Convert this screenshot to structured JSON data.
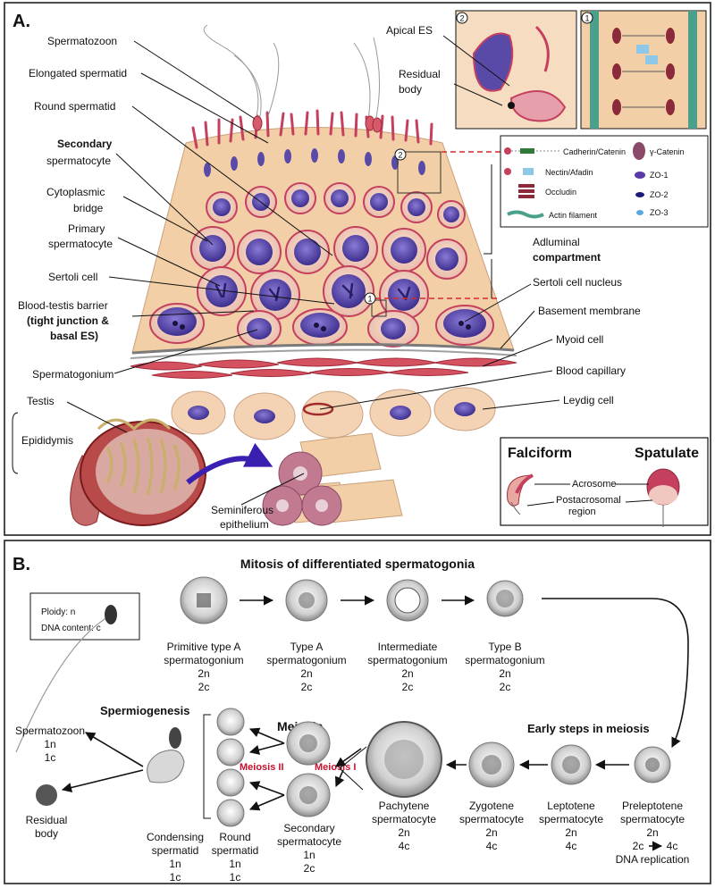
{
  "panel_a": {
    "letter": "A.",
    "labels_left": {
      "spermatozoon": "Spermatozoon",
      "elongated_spermatid": "Elongated spermatid",
      "round_spermatid": "Round spermatid",
      "secondary_spermatocyte_l1": "Secondary",
      "secondary_spermatocyte_l2": "spermatocyte",
      "cytoplasmic_bridge_l1": "Cytoplasmic",
      "cytoplasmic_bridge_l2": "bridge",
      "primary_spermatocyte_l1": "Primary",
      "primary_spermatocyte_l2": "spermatocyte",
      "sertoli_cell": "Sertoli cell",
      "btb_l1": "Blood-testis barrier",
      "btb_l2a": "(tight junction &",
      "btb_l3": "basal ES)",
      "spermatogonium": "Spermatogonium",
      "testis": "Testis",
      "epididymis": "Epididymis",
      "seminiferous_l1": "Seminiferous",
      "seminiferous_l2": "epithelium"
    },
    "labels_right": {
      "apical_es": "Apical ES",
      "residual_body_l1": "Residual",
      "residual_body_l2": "body",
      "adluminal_l1": "Adluminal",
      "adluminal_l2": "compartment",
      "sertoli_nucleus": "Sertoli cell nucleus",
      "basement_membrane": "Basement membrane",
      "myoid_cell": "Myoid cell",
      "blood_capillary": "Blood capillary",
      "leydig_cell": "Leydig cell"
    },
    "inset_markers": {
      "one": "1",
      "two": "2"
    },
    "legend": {
      "cadherin": "Cadherin/Catenin",
      "nectin": "Nectin/Afadin",
      "occludin": "Occludin",
      "actin": "Actin filament",
      "gamma_catenin": "γ-Catenin",
      "zo1": "ZO-1",
      "zo2": "ZO-2",
      "zo3": "ZO-3"
    },
    "sperm_heads": {
      "falciform": "Falciform",
      "spatulate": "Spatulate",
      "acrosome": "Acrosome",
      "postacrosomal_l1": "Postacrosomal",
      "postacrosomal_l2": "region"
    },
    "colors": {
      "tubule_fill": "#f2cfa6",
      "cell_outline": "#c4405e",
      "nucleus": "#5a4aa8",
      "myoid": "#d4525f",
      "red_dash": "#d42a2a",
      "leydig": "#f4d2b4"
    }
  },
  "panel_b": {
    "letter": "B.",
    "title": "Mitosis of differentiated spermatogonia",
    "key_l1": "Ploidy: n",
    "key_l2": "DNA content: c",
    "spermiogenesis": "Spermiogenesis",
    "meiosis": "Meiosis",
    "meiosis_i": "Meiosis I",
    "meiosis_ii": "Meiosis II",
    "early_steps": "Early steps in meiosis",
    "top_row": [
      {
        "l1": "Primitive type A",
        "l2": "spermatogonium",
        "l3": "2n",
        "l4": "2c"
      },
      {
        "l1": "Type A",
        "l2": "spermatogonium",
        "l3": "2n",
        "l4": "2c"
      },
      {
        "l1": "Intermediate",
        "l2": "spermatogonium",
        "l3": "2n",
        "l4": "2c"
      },
      {
        "l1": "Type B",
        "l2": "spermatogonium",
        "l3": "2n",
        "l4": "2c"
      }
    ],
    "bottom_row": {
      "preleptotene": {
        "l1": "Preleptotene",
        "l2": "spermatocyte",
        "l3": "2n",
        "l4a": "2c",
        "l4b": "4c",
        "l5": "DNA replication"
      },
      "leptotene": {
        "l1": "Leptotene",
        "l2": "spermatocyte",
        "l3": "2n",
        "l4": "4c"
      },
      "zygotene": {
        "l1": "Zygotene",
        "l2": "spermatocyte",
        "l3": "2n",
        "l4": "4c"
      },
      "pachytene": {
        "l1": "Pachytene",
        "l2": "spermatocyte",
        "l3": "2n",
        "l4": "4c"
      },
      "secondary": {
        "l1": "Secondary",
        "l2": "spermatocyte",
        "l3": "1n",
        "l4": "2c"
      },
      "round": {
        "l1": "Round",
        "l2": "spermatid",
        "l3": "1n",
        "l4": "1c"
      },
      "condensing": {
        "l1": "Condensing",
        "l2": "spermatid",
        "l3": "1n",
        "l4": "1c"
      },
      "spermatozoon": {
        "l1": "Spermatozoon",
        "l3": "1n",
        "l4": "1c"
      },
      "residual": {
        "l1": "Residual",
        "l2": "body"
      }
    }
  }
}
